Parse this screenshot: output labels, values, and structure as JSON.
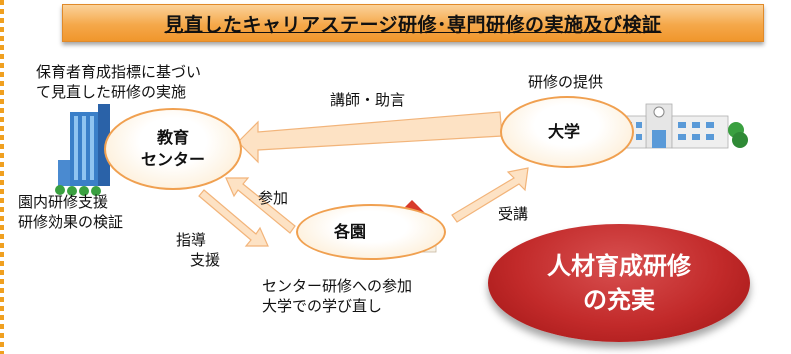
{
  "title": "見直したキャリアステージ研修･専門研修の実施及び検証",
  "nodes": {
    "center": {
      "line1": "教育",
      "line2": "センター"
    },
    "university": {
      "label": "大学"
    },
    "kakuen": {
      "label": "各園"
    }
  },
  "notes": {
    "center_top_line1": "保育者育成指標に基づい",
    "center_top_line2": "て見直した研修の実施",
    "center_bottom_line1": "園内研修支援",
    "center_bottom_line2": "研修効果の検証",
    "university_top": "研修の提供",
    "kakuen_bottom_line1": "センター研修への参加",
    "kakuen_bottom_line2": "大学での学び直し"
  },
  "arrows": {
    "lecturer": "講師・助言",
    "participate": "参加",
    "guidance_line1": "指導",
    "guidance_line2": "支援",
    "attend": "受講"
  },
  "result": {
    "line1": "人材育成研修",
    "line2": "の充実"
  },
  "colors": {
    "title_fill": "#f5a84a",
    "ellipse_border": "#f0a050",
    "arrow_fill": "#fde2c4",
    "result_fill": "#c22a2a"
  }
}
